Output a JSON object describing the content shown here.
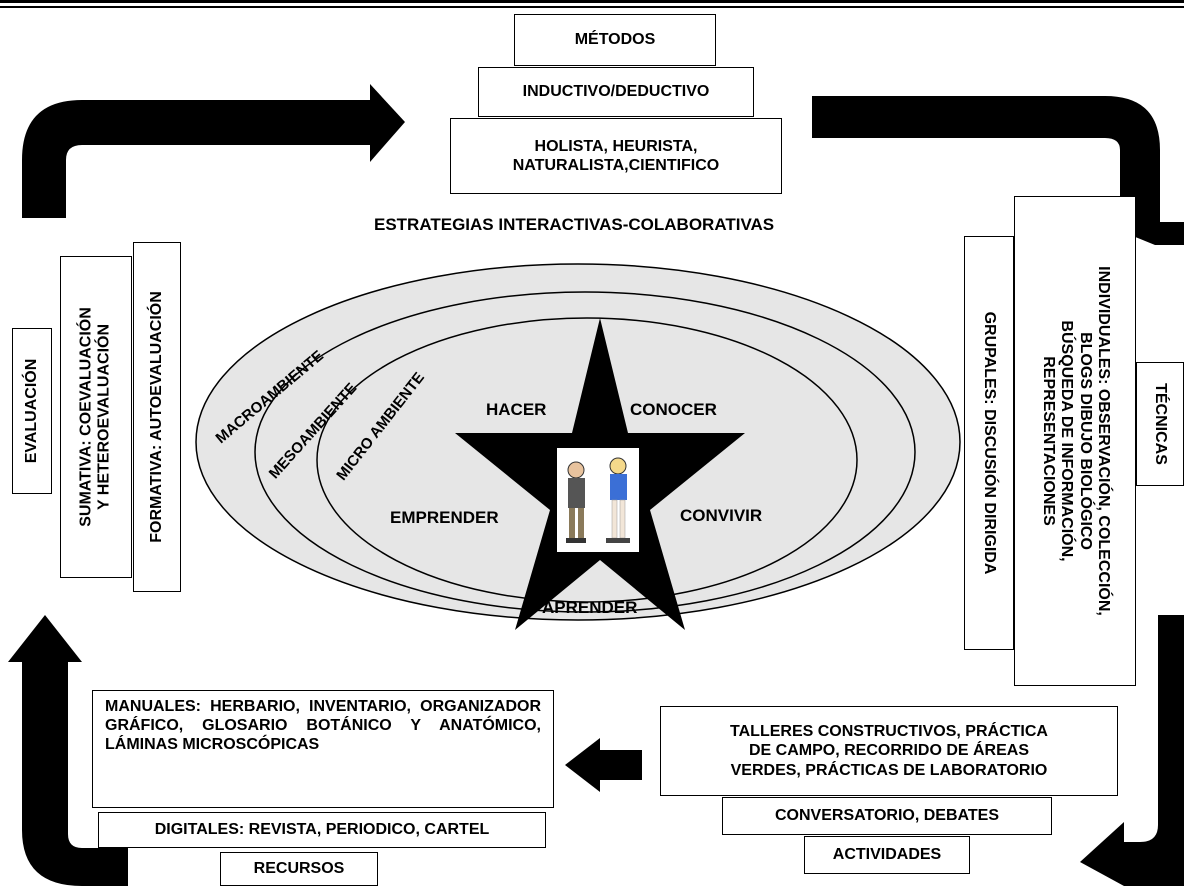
{
  "metodos": {
    "title": "MÉTODOS",
    "inductivo": "INDUCTIVO/DEDUCTIVO",
    "holista": "HOLISTA, HEURISTA,\nNATURALISTA,CIENTIFICO"
  },
  "estrategias": "ESTRATEGIAS INTERACTIVAS-COLABORATIVAS",
  "ambientes": {
    "macro": "MACROAMBIENTE",
    "meso": "MESOAMBIENTE",
    "micro": "MICRO AMBIENTE"
  },
  "star": {
    "hacer": "HACER",
    "conocer": "CONOCER",
    "emprender": "EMPRENDER",
    "convivir": "CONVIVIR",
    "aprender": "APRENDER"
  },
  "tecnicas": {
    "title": "TÉCNICAS",
    "individuales": "INDIVIDUALES: OBSERVACIÓN, COLECCIÓN,\nBLOGS DIBUJO BIOLÓGICO\nBÚSQUEDA DE INFORMACIÓN,\nREPRESENTACIONES",
    "grupales": "GRUPALES: DISCUSIÓN DIRIGIDA"
  },
  "evaluacion": {
    "title": "EVALUACIÓN",
    "sumativa": "SUMATIVA: COEVALUACIÓN\nY HETEROEVALUACIÓN",
    "formativa": "FORMATIVA: AUTOEVALUACIÓN"
  },
  "actividades": {
    "talleres": "TALLERES CONSTRUCTIVOS, PRÁCTICA\nDE CAMPO, RECORRIDO DE ÁREAS\nVERDES, PRÁCTICAS DE LABORATORIO",
    "conversatorio": "CONVERSATORIO, DEBATES",
    "title": "ACTIVIDADES"
  },
  "recursos": {
    "manuales": "MANUALES: HERBARIO, INVENTARIO, ORGANIZADOR GRÁFICO, GLOSARIO BOTÁNICO Y ANATÓMICO, LÁMINAS MICROSCÓPICAS",
    "digitales": "DIGITALES: REVISTA, PERIODICO, CARTEL",
    "title": "RECURSOS"
  },
  "colors": {
    "line": "#000000",
    "ellipse_fill": "#e6e6e6",
    "star": "#000000"
  },
  "icons": [
    "curved-arrow-top-left",
    "curved-arrow-top-right",
    "curved-arrow-bottom-right",
    "curved-arrow-bottom-left",
    "left-arrow",
    "students-illustration"
  ]
}
